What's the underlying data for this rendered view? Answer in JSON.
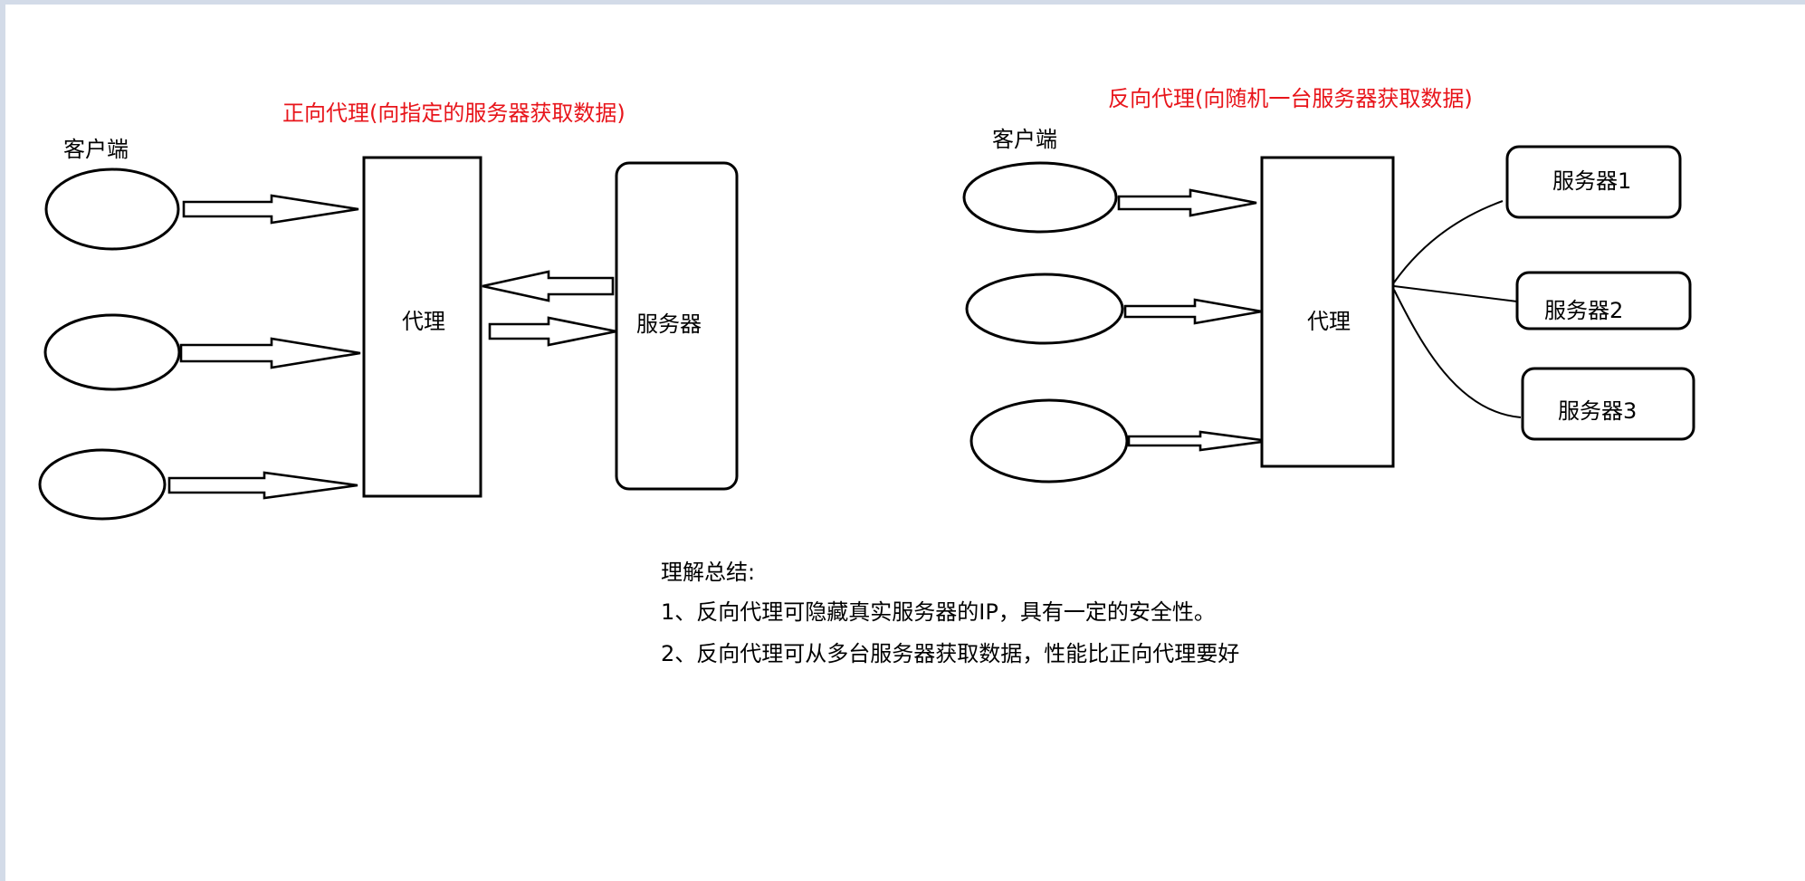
{
  "forward": {
    "title": "正向代理(向指定的服务器获取数据)",
    "client_label": "客户端",
    "proxy_label": "代理",
    "server_label": "服务器"
  },
  "reverse": {
    "title": "反向代理(向随机一台服务器获取数据)",
    "client_label": "客户端",
    "proxy_label": "代理",
    "servers": [
      "服务器1",
      "服务器2",
      "服务器3"
    ]
  },
  "summary": {
    "heading": "理解总结:",
    "points": [
      "1、反向代理可隐藏真实服务器的IP，具有一定的安全性。",
      "2、反向代理可从多台服务器获取数据，性能比正向代理要好"
    ]
  },
  "colors": {
    "title": "#e8151b",
    "text": "#000000",
    "background": "#ffffff",
    "frame": "#d3dbe8"
  }
}
